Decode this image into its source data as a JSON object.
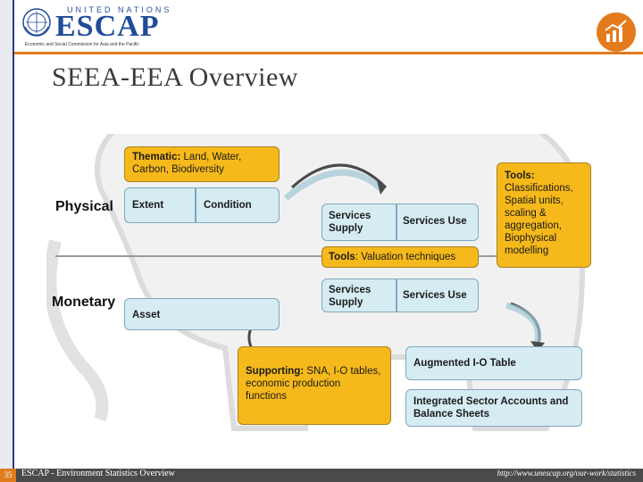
{
  "header": {
    "org_line": "UNITED NATIONS",
    "org_name": "ESCAP",
    "org_full": "Economic and Social Commission for Asia and the Pacific"
  },
  "slide": {
    "title": "SEEA-EEA Overview"
  },
  "diagram": {
    "physical_label": "Physical",
    "monetary_label": "Monetary",
    "thematic_bold": "Thematic:",
    "thematic_rest": "Land, Water, Carbon, Biodiversity",
    "extent": "Extent",
    "condition": "Condition",
    "services_supply_1": "Services Supply",
    "services_use_1": "Services Use",
    "tools_valuation_bold": "Tools",
    "tools_valuation_rest": ": Valuation techniques",
    "tools_bold": "Tools:",
    "tools_rest": "Classifications, Spatial units, scaling & aggregation, Biophysical modelling",
    "services_supply_2": "Services Supply",
    "services_use_2": "Services Use",
    "asset": "Asset",
    "supporting_bold": "Supporting:",
    "supporting_rest": "SNA, I-O tables, economic production functions",
    "augmented_io": "Augmented I-O Table",
    "integrated_sector": "Integrated Sector Accounts and Balance Sheets"
  },
  "footer": {
    "page_number": "35",
    "text": "ESCAP - Environment Statistics Overview",
    "url": "http://www.unescap.org/our-work/statistics"
  },
  "colors": {
    "accent_orange": "#e07c1e",
    "brand_blue": "#1f4b99",
    "box_yellow": "#f6b91c",
    "box_blue": "#d6ecf3"
  }
}
